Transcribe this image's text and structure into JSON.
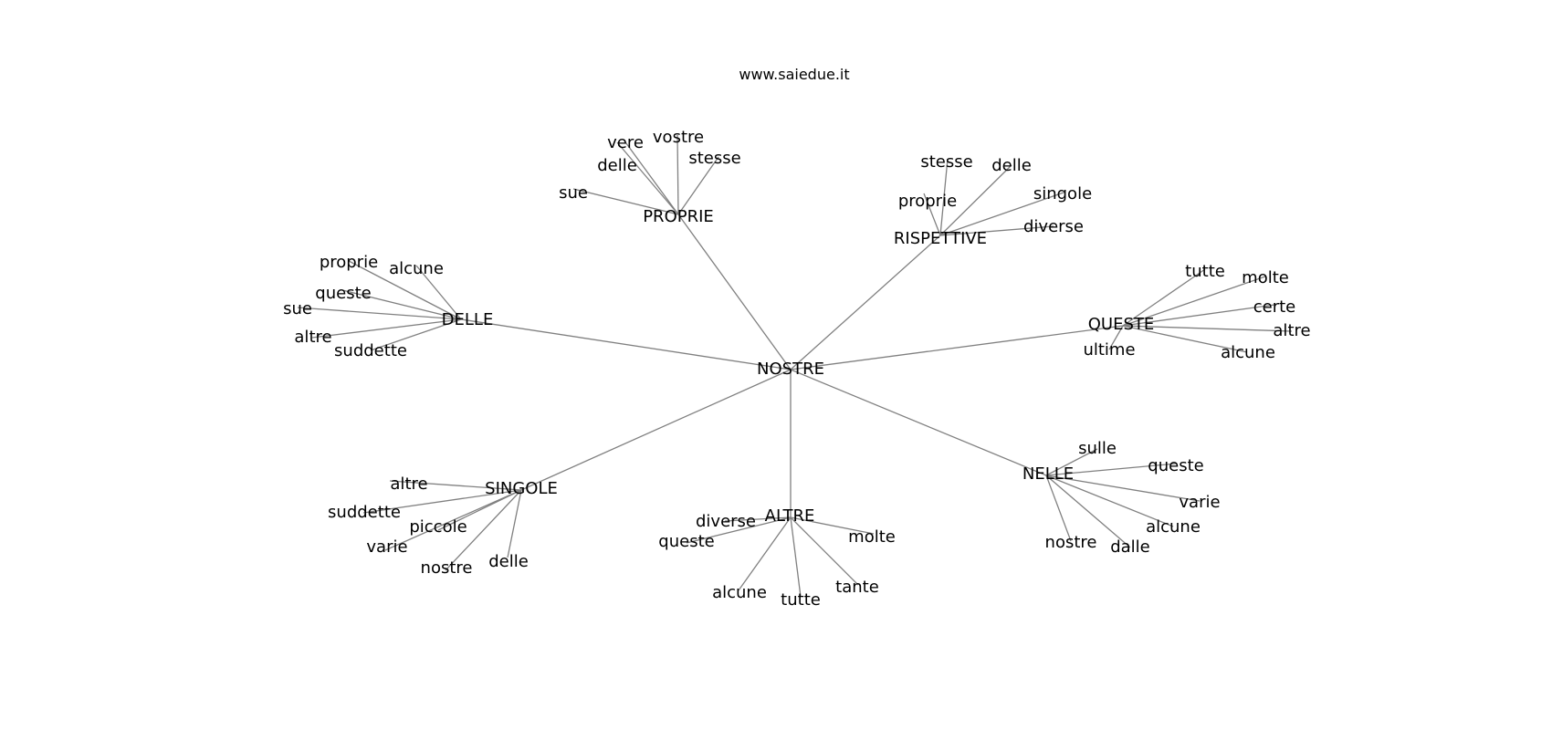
{
  "title": "www.saiedue.it",
  "center": "NOSTRE",
  "groups": [
    {
      "hub": "PROPRIE",
      "leaves": [
        "sue",
        "delle",
        "vere",
        "vostre",
        "stesse"
      ]
    },
    {
      "hub": "RISPETTIVE",
      "leaves": [
        "stesse",
        "proprie",
        "delle",
        "singole",
        "diverse"
      ]
    },
    {
      "hub": "DELLE",
      "leaves": [
        "proprie",
        "alcune",
        "queste",
        "sue",
        "altre",
        "suddette"
      ]
    },
    {
      "hub": "QUESTE",
      "leaves": [
        "tutte",
        "molte",
        "certe",
        "altre",
        "ultime",
        "alcune"
      ]
    },
    {
      "hub": "SINGOLE",
      "leaves": [
        "altre",
        "suddette",
        "piccole",
        "varie",
        "nostre",
        "delle"
      ]
    },
    {
      "hub": "ALTRE",
      "leaves": [
        "diverse",
        "queste",
        "molte",
        "alcune",
        "tutte",
        "tante"
      ]
    },
    {
      "hub": "NELLE",
      "leaves": [
        "sulle",
        "queste",
        "varie",
        "alcune",
        "nostre",
        "dalle"
      ]
    }
  ]
}
